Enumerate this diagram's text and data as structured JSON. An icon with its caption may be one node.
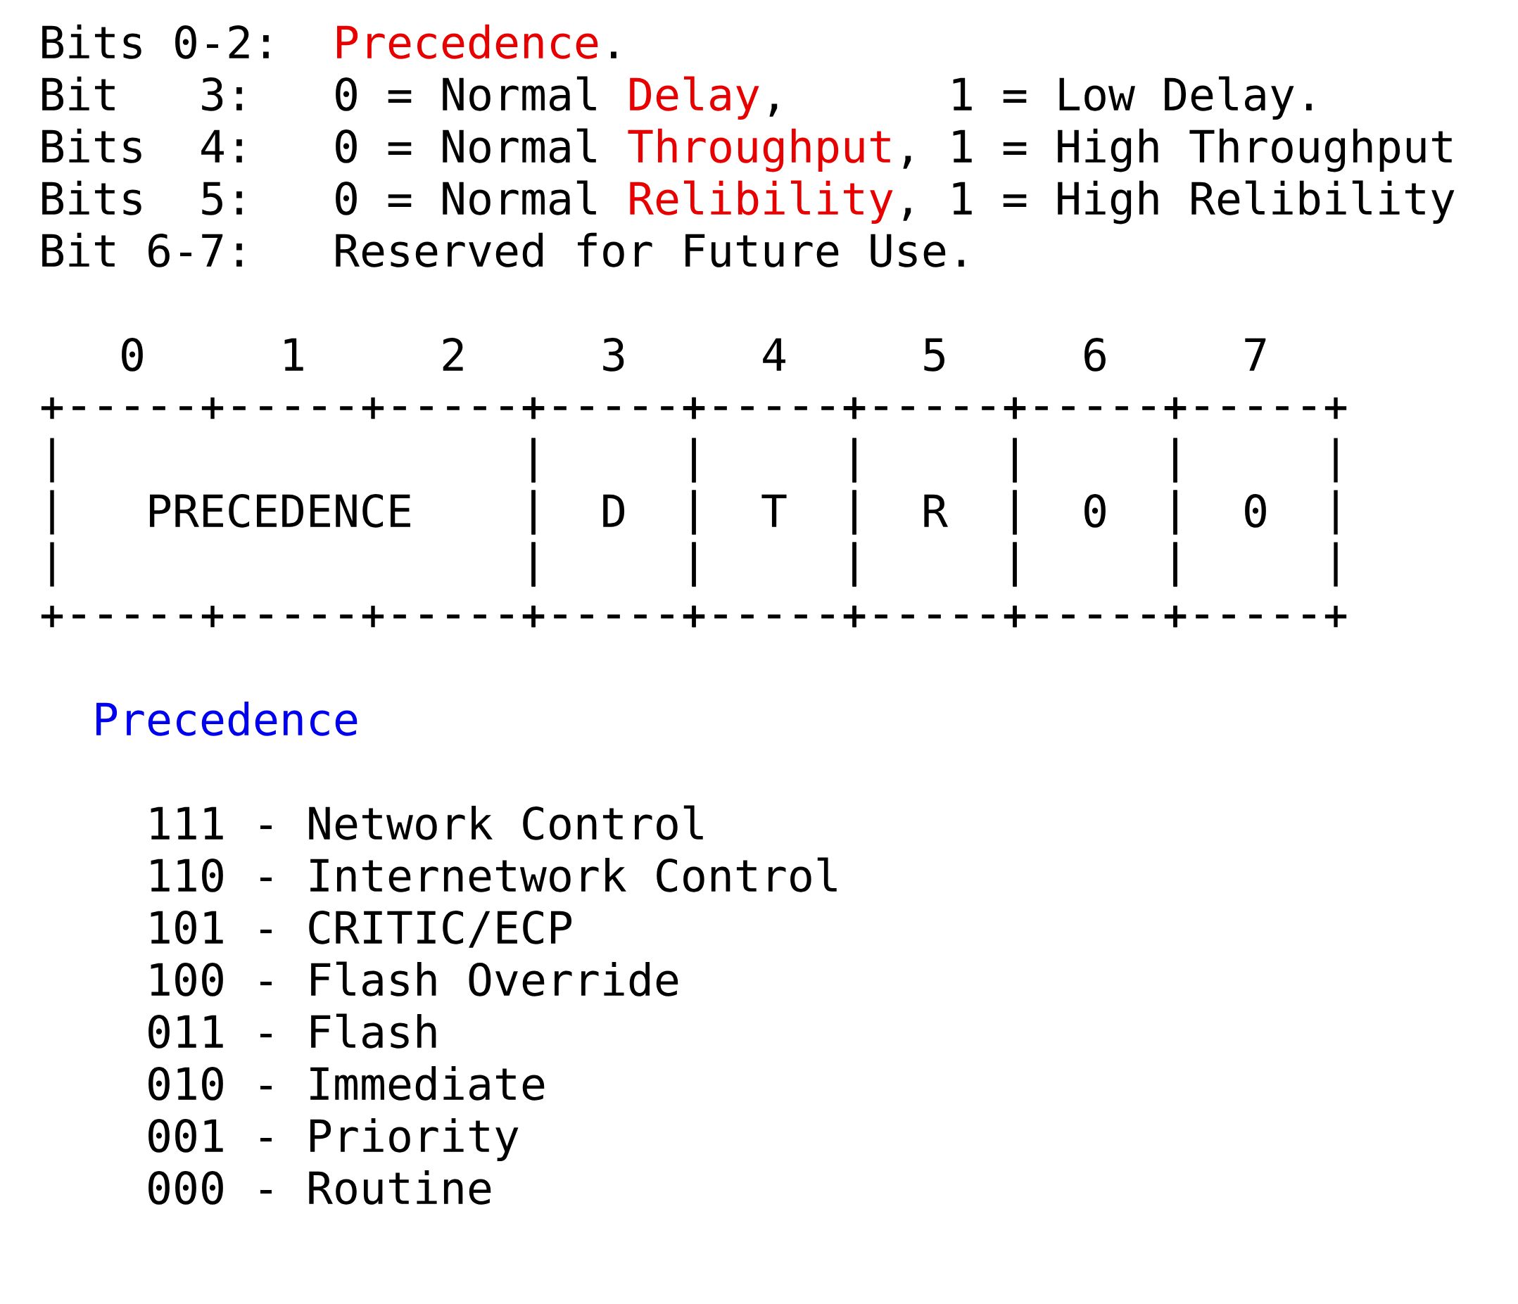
{
  "diagram": {
    "nodes": [
      {
        "text": [
          "PRECEDENCE"
        ]
      },
      {
        "text": [
          "D"
        ]
      },
      {
        "text": [
          "T"
        ]
      },
      {
        "text": [
          "R"
        ]
      },
      {
        "text": [
          "0"
        ]
      },
      {
        "text": [
          "0"
        ]
      }
    ],
    "labels": [
      "Bits 0-2:",
      "Precedence",
      ".",
      "Bit    3:",
      "0 = Normal",
      "Delay",
      ",",
      "1 = Low Delay.",
      "Bits   4:",
      "0 = Normal",
      "Throughput",
      ",",
      "1 = High Throughput",
      "Bits   5:",
      "0 = Normal",
      "Relibility",
      ",",
      "1 = High Relibility",
      "Bit  6-7:",
      "Reserved for Future Use.",
      "0",
      "1",
      "2",
      "3",
      "4",
      "5",
      "6",
      "7",
      "Precedence",
      "111 - Network Control",
      "110 - Internetwork Control",
      "101 - CRITIC/ECP",
      "100 - Flash Override",
      "011 - Flash",
      "010 - Immediate",
      "001 - Priority",
      "000 - Routine"
    ]
  }
}
